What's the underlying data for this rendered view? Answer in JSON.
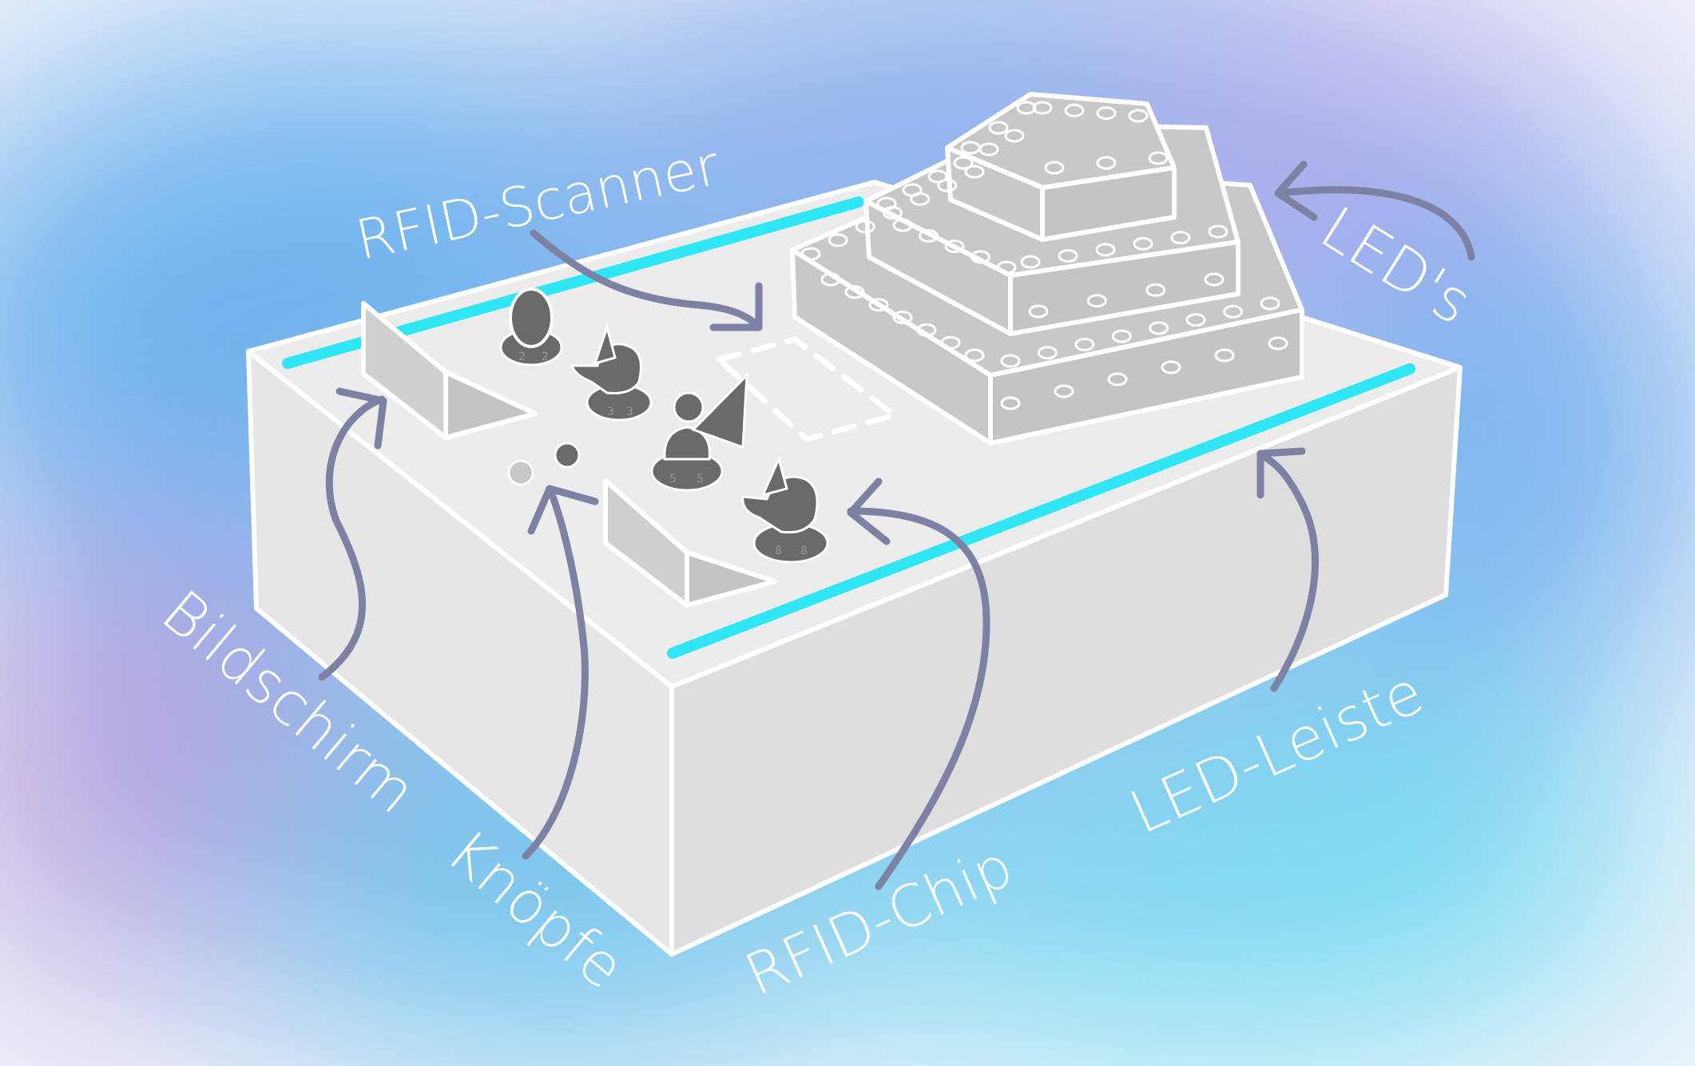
{
  "labels": {
    "rfid_scanner": "RFID-Scanner",
    "leds": "LED's",
    "bildschirm": "Bildschirm",
    "knoepfe": "Knöpfe",
    "rfid_chip": "RFID-Chip",
    "led_leiste": "LED-Leiste"
  },
  "figure_numbers": [
    "2",
    "2",
    "3",
    "3",
    "5",
    "5",
    "8",
    "8"
  ],
  "colors": {
    "background_blue": "#6fb8ec",
    "background_purple": "#b6a4e0",
    "background_cyan": "#7fe0f2",
    "box_top": "#ececec",
    "box_front": "#e6e6e6",
    "box_side": "#dcdcdc",
    "led_strip": "#2fe6f5",
    "arrow": "#7d81a3",
    "tower": "#c8c8c8",
    "figures": "#6a6a6a"
  }
}
